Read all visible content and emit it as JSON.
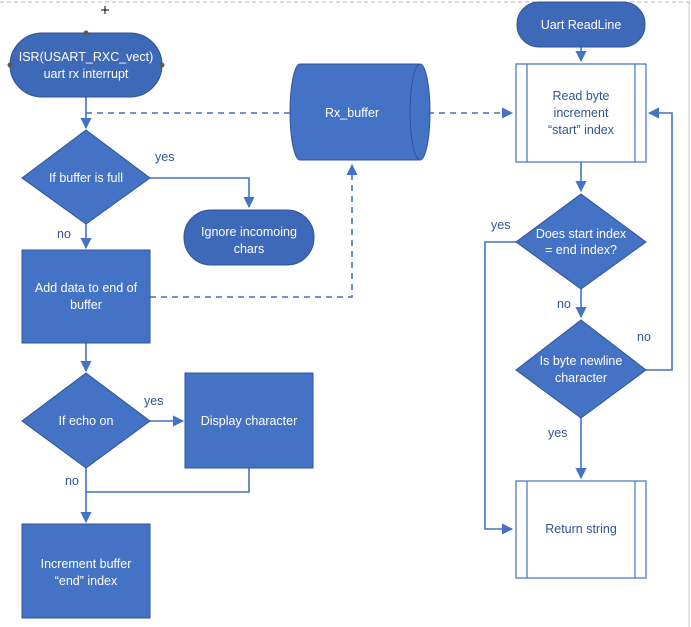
{
  "nodes": {
    "isr": [
      "ISR(USART_RXC_vect)",
      "uart rx interrupt"
    ],
    "buffer_full": [
      "If buffer is full"
    ],
    "ignore": [
      "Ignore incomoing",
      "chars"
    ],
    "add_data": [
      "Add data to end of",
      "buffer"
    ],
    "echo_on": [
      "If echo on"
    ],
    "display_char": [
      "Display character"
    ],
    "increment_end": [
      "Increment buffer",
      "“end” index"
    ],
    "rx_buffer": [
      "Rx_buffer"
    ],
    "readline": [
      "Uart ReadLine"
    ],
    "read_byte": [
      "Read byte",
      "increment",
      "“start” index"
    ],
    "start_eq_end": [
      "Does start index",
      "= end index?"
    ],
    "newline": [
      "Is byte newline",
      "character"
    ],
    "return_string": [
      "Return string"
    ]
  },
  "edge_labels": {
    "full_yes": "yes",
    "full_no": "no",
    "echo_yes": "yes",
    "echo_no": "no",
    "start_yes": "yes",
    "start_no": "no",
    "newline_no": "no",
    "newline_yes": "yes"
  },
  "colors": {
    "shape_fill": "#4472c4",
    "shape_stroke": "#2f5597",
    "line": "#4472c4",
    "label_text": "#2f5597"
  }
}
